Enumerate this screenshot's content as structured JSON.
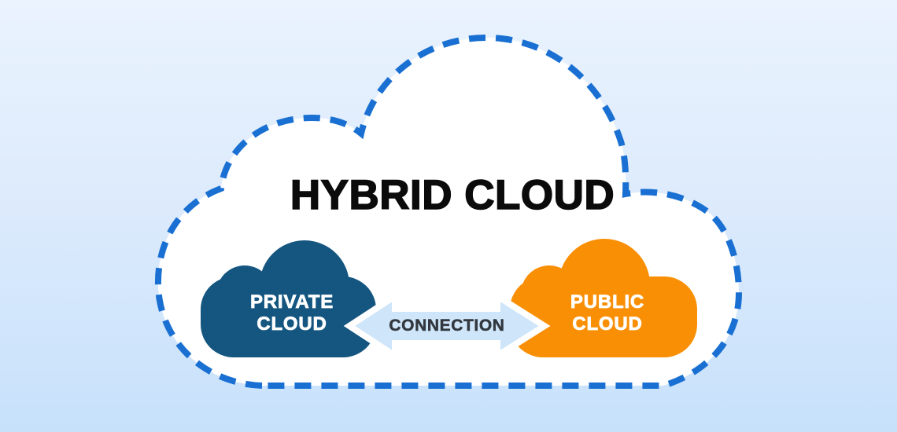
{
  "title": "HYBRID CLOUD",
  "outer_cloud": {
    "fill": "#FFFFFF",
    "border_color": "#1A70D2",
    "border_style": "dashed"
  },
  "private_cloud": {
    "label_line1": "PRIVATE",
    "label_line2": "CLOUD",
    "color": "#145680",
    "text_color": "#FFFFFF"
  },
  "public_cloud": {
    "label_line1": "PUBLIC",
    "label_line2": "CLOUD",
    "color": "#F98F05",
    "text_color": "#FFFFFF"
  },
  "connection": {
    "label": "CONNECTION",
    "fill": "#CFE6FA",
    "outline": "#FFFFFF",
    "text_color": "#33383F"
  },
  "background": {
    "gradient_top": "#EAF3FE",
    "gradient_bottom": "#C7E1FB"
  }
}
